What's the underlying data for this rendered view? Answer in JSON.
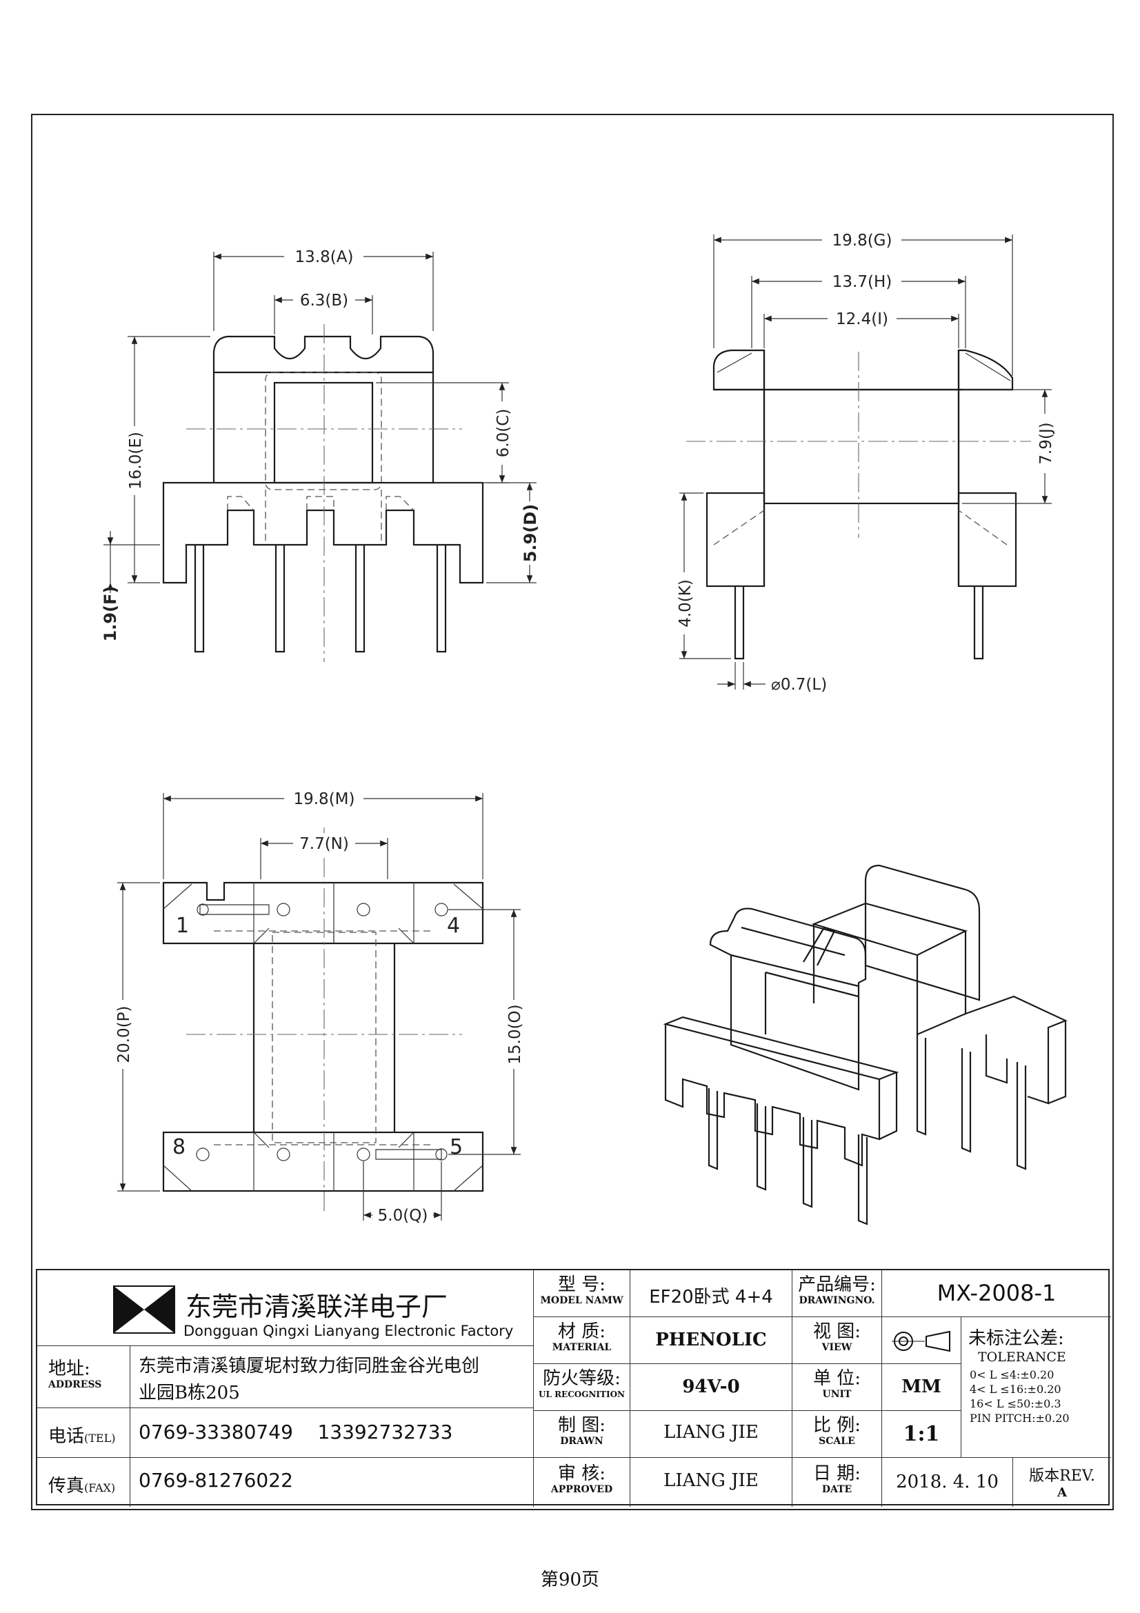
{
  "dimensions": {
    "A": "13.8(A)",
    "B": "6.3(B)",
    "C": "6.0(C)",
    "D": "5.9(D)",
    "E": "16.0(E)",
    "F": "1.9(F)",
    "G": "19.8(G)",
    "H": "13.7(H)",
    "I": "12.4(I)",
    "J": "7.9(J)",
    "K": "4.0(K)",
    "L": "⌀0.7(L)",
    "M": "19.8(M)",
    "N": "7.7(N)",
    "O": "15.0(O)",
    "P": "20.0(P)",
    "Q": "5.0(Q)"
  },
  "pin_numbers": {
    "p1": "1",
    "p4": "4",
    "p8": "8",
    "p5": "5"
  },
  "title_block": {
    "company_cn": "东莞市清溪联洋电子厂",
    "company_en": "Dongguan Qingxi Lianyang Electronic Factory",
    "address_label_cn": "地址:",
    "address_label_en": "ADDRESS",
    "address_line1": "东莞市清溪镇厦坭村致力街同胜金谷光电创",
    "address_line2": "业园B栋205",
    "tel_label_cn": "电话",
    "tel_label_en": "(TEL)",
    "tel_value": "0769-33380749    13392732733",
    "fax_label_cn": "传真",
    "fax_label_en": "(FAX)",
    "fax_value": "0769-81276022",
    "model_label_cn": "型  号:",
    "model_label_en": "MODEL NAMW",
    "model_value": "EF20卧式 4+4",
    "material_label_cn": "材  质:",
    "material_label_en": "MATERIAL",
    "material_value": "PHENOLIC",
    "ul_label_cn": "防火等级:",
    "ul_label_en": "UL RECOGNITION",
    "ul_value": "94V-0",
    "drawn_label_cn": "制  图:",
    "drawn_label_en": "DRAWN",
    "drawn_value": "LIANG JIE",
    "approved_label_cn": "审  核:",
    "approved_label_en": "APPROVED",
    "approved_value": "LIANG JIE",
    "drawingno_label_cn": "产品编号:",
    "drawingno_label_en": "DRAWINGNO.",
    "drawingno_value": "MX-2008-1",
    "view_label_cn": "视  图:",
    "view_label_en": "VIEW",
    "unit_label_cn": "单  位:",
    "unit_label_en": "UNIT",
    "unit_value": "MM",
    "scale_label_cn": "比  例:",
    "scale_label_en": "SCALE",
    "scale_value": "1:1",
    "date_label_cn": "日  期:",
    "date_label_en": "DATE",
    "date_value": "2018. 4. 10",
    "tolerance_label_cn": "未标注公差:",
    "tolerance_label_en": "TOLERANCE",
    "tolerance_line1": "0< L ≤4:±0.20",
    "tolerance_line2": "4< L ≤16:±0.20",
    "tolerance_line3": "16< L ≤50:±0.3",
    "tolerance_line4": "PIN PITCH:±0.20",
    "rev_label": "版本REV.",
    "rev_value": "A"
  },
  "page_number": "第90页"
}
